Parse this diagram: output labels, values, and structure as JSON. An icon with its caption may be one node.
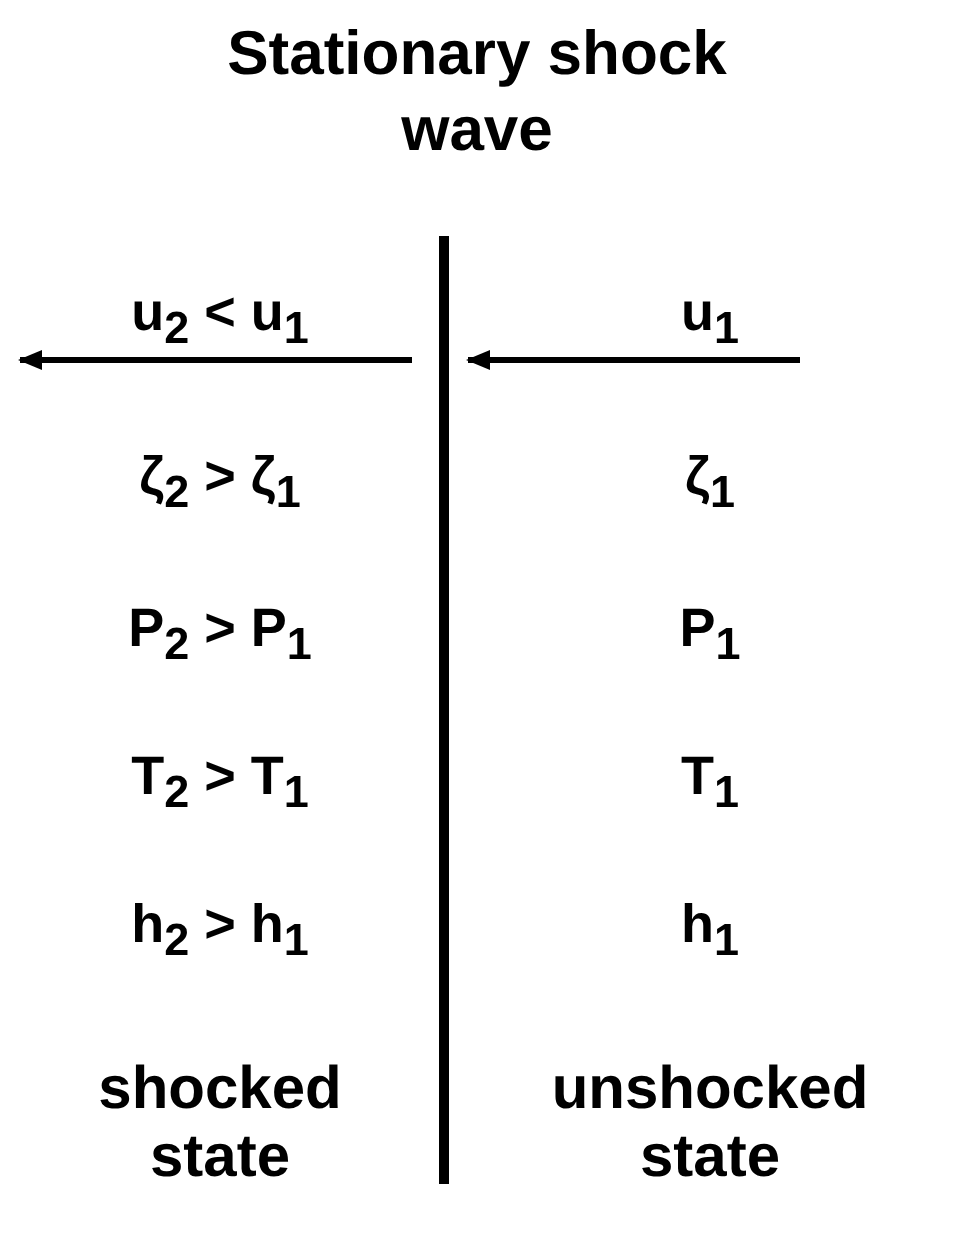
{
  "diagram": {
    "title": "Stationary shock wave",
    "labels": [
      "u$_{2}$ < u$_{1}$",
      "u$_{1}$",
      "ζ$_{2}$ > ζ$_{1}$",
      "ζ$_{1}$",
      "P$_{2}$ > P$_{1}$",
      "P$_{1}$",
      "T$_{2}$ > T$_{1}$",
      "T$_{1}$",
      "h$_{2}$ > h$_{1}$",
      "h$_{1}$",
      "shocked state",
      "unshocked state"
    ]
  }
}
